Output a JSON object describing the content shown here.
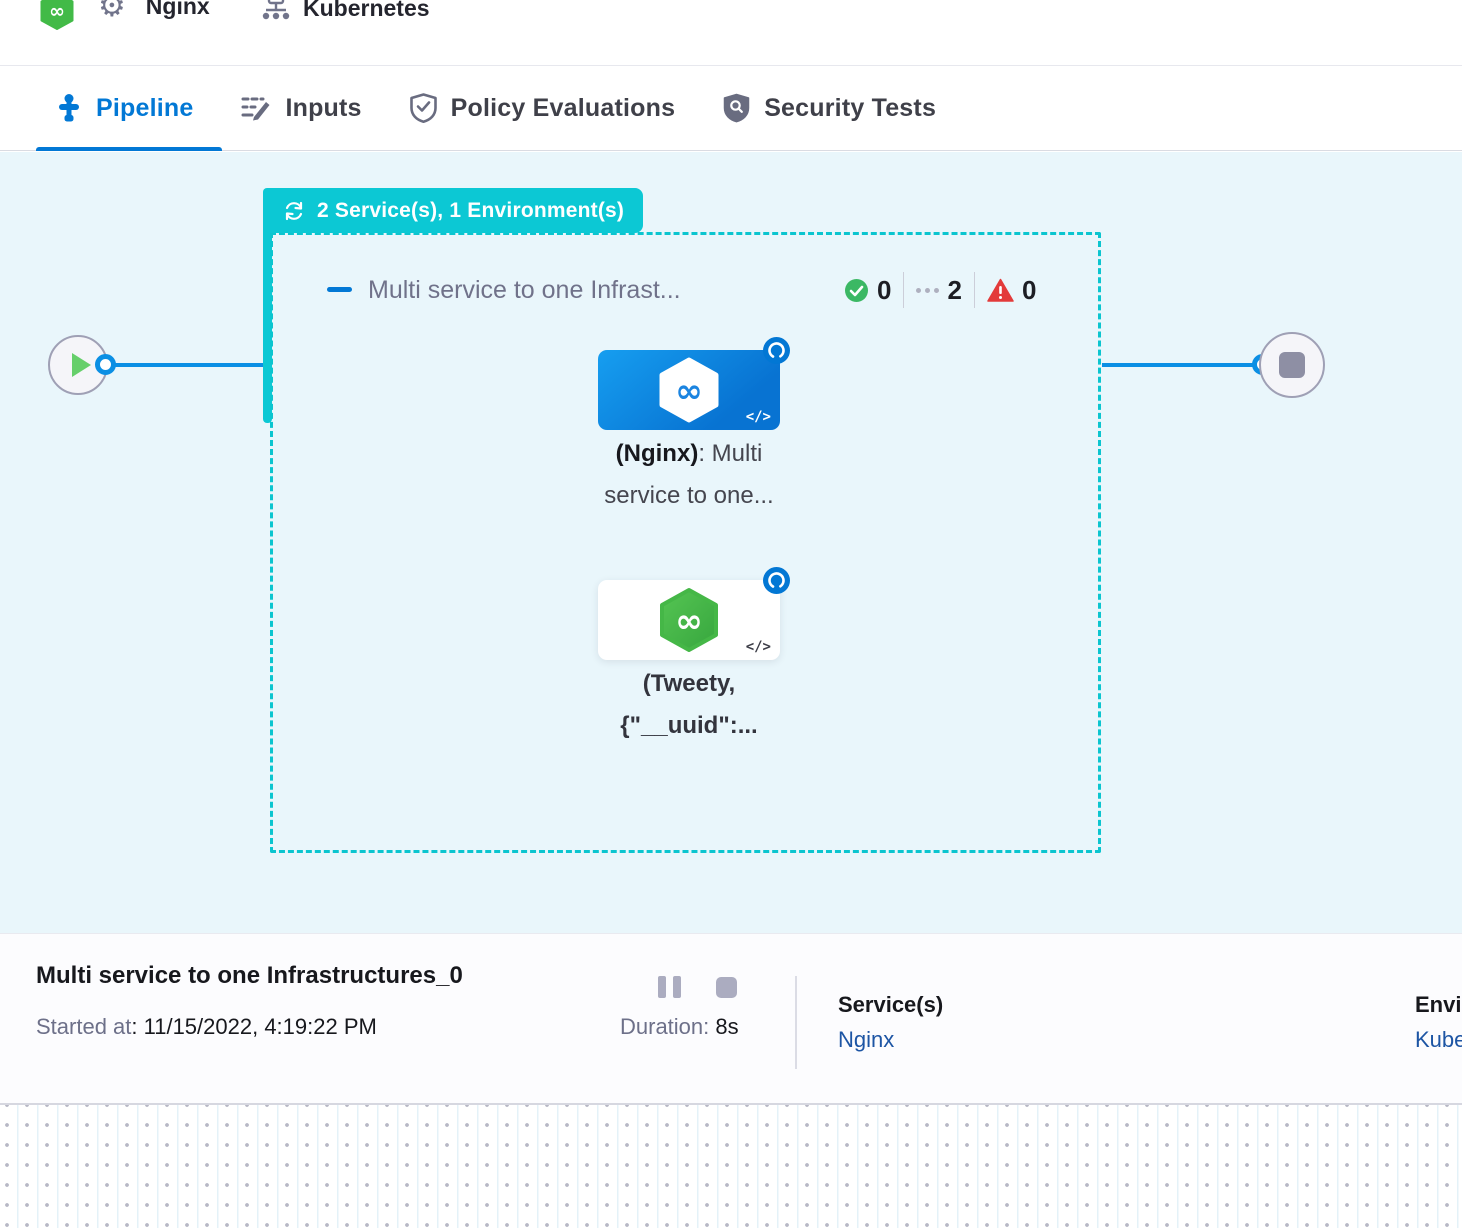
{
  "header": {
    "service": {
      "label": "Nginx"
    },
    "environment": {
      "label": "Kubernetes"
    }
  },
  "tabs": [
    {
      "label": "Pipeline"
    },
    {
      "label": "Inputs"
    },
    {
      "label": "Policy Evaluations"
    },
    {
      "label": "Security Tests"
    }
  ],
  "pipeline": {
    "group_banner": "2 Service(s), 1 Environment(s)",
    "stage": {
      "title": "Multi service to one Infrast...",
      "success_count": "0",
      "pending_count": "2",
      "failed_count": "0",
      "nodes": [
        {
          "name_bold": "(Nginx)",
          "name_rest": ": Multi",
          "line2": "service to one...",
          "code_glyph": "</>"
        },
        {
          "line1": "(Tweety,",
          "line2": "{\"__uuid\":...",
          "code_glyph": "</>"
        }
      ]
    }
  },
  "footer": {
    "title": "Multi service to one Infrastructures_0",
    "started_label": "Started at",
    "started_value": ": 11/15/2022, 4:19:22 PM",
    "duration_label": "Duration:",
    "duration_value": "8s",
    "services_label": "Service(s)",
    "services_value": "Nginx",
    "environments_label": "Environment(s)",
    "environments_value": "Kubernetes"
  },
  "icons": {
    "infinity": "∞"
  },
  "colors": {
    "teal": "#0bc8d2",
    "blue": "#0278d5",
    "edge_blue": "#0b8fe4",
    "canvas": "#e9f6fb",
    "success_green": "#3bb864",
    "error_red": "#e33b3b",
    "node_green": "#45bb49"
  }
}
